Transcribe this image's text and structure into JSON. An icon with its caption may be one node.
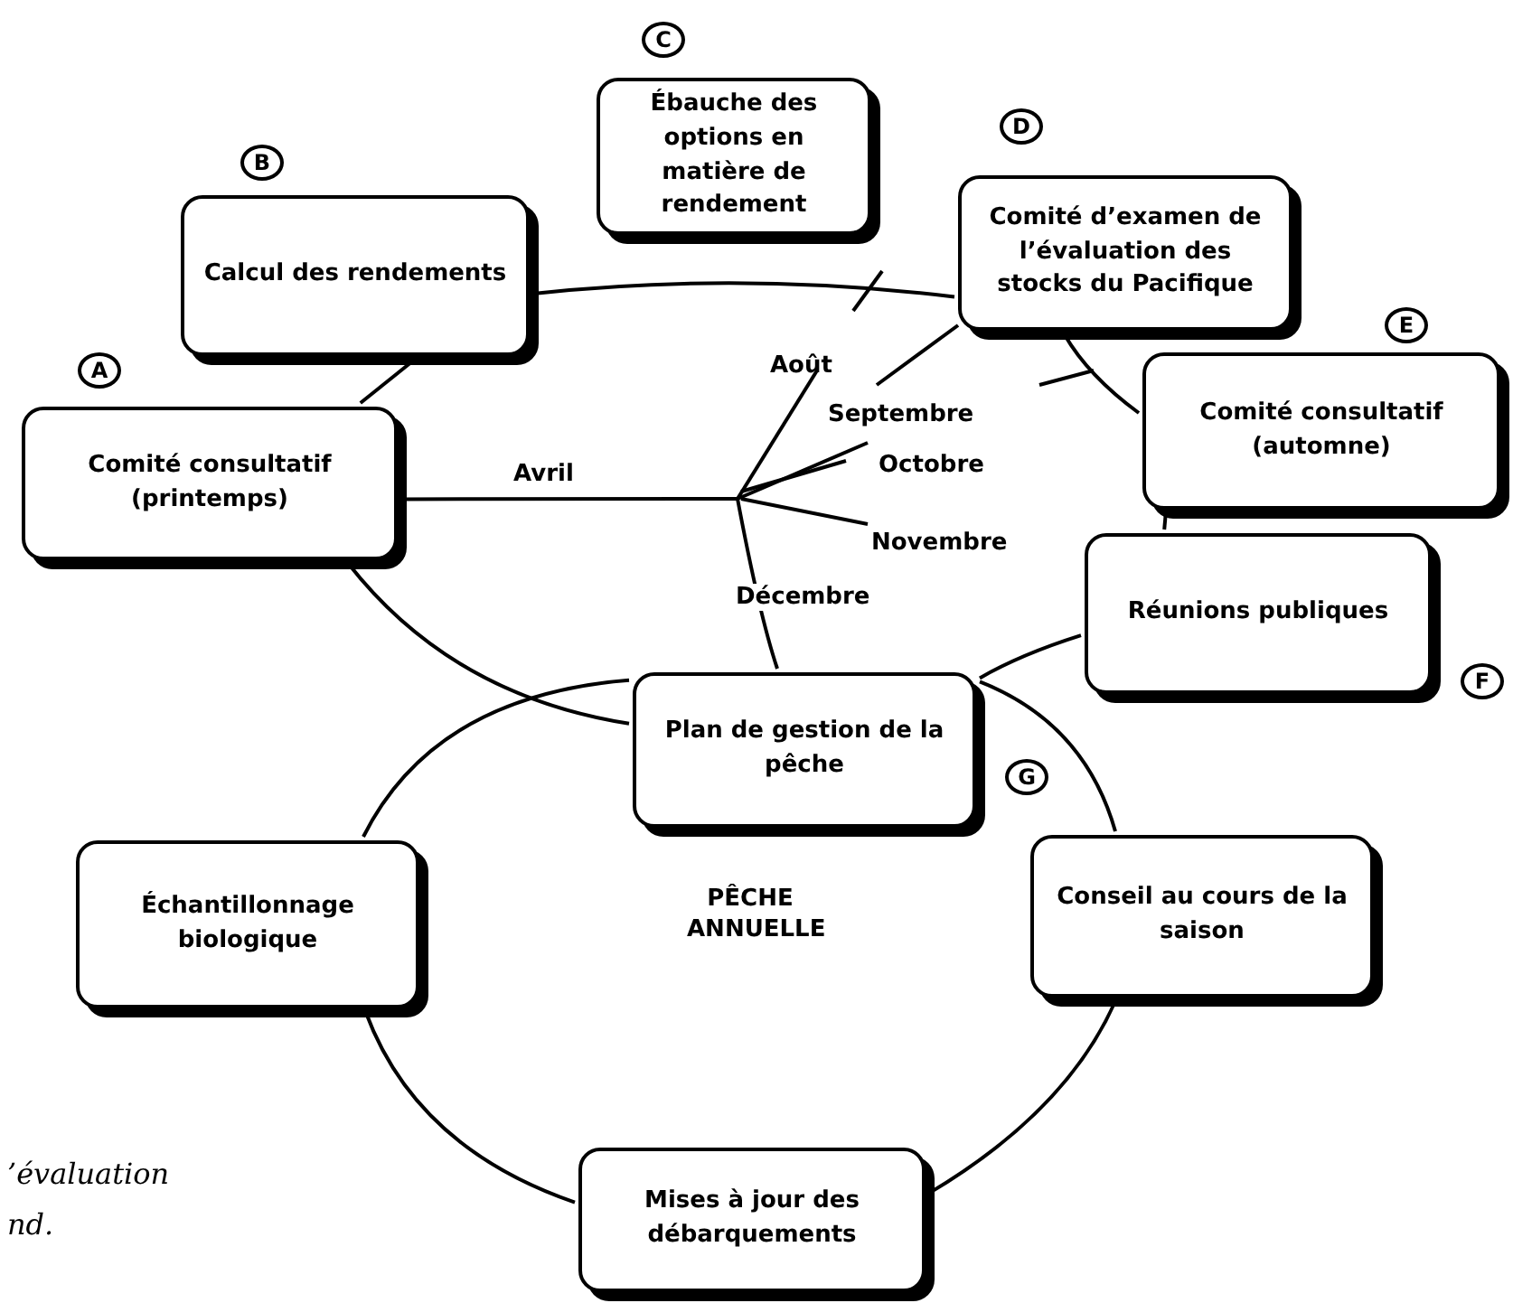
{
  "diagram": {
    "nodes": [
      {
        "text": [
          "Comité consultatif (printemps)"
        ],
        "beside": [
          "A"
        ]
      },
      {
        "text": [
          "Calcul des rendements"
        ],
        "beside": [
          "B"
        ]
      },
      {
        "text": [
          "Ébauche des options en matière de rendement"
        ],
        "beside": [
          "C"
        ]
      },
      {
        "text": [
          "Comité d’examen de l’évaluation des stocks du Pacifique"
        ],
        "beside": [
          "D"
        ]
      },
      {
        "text": [
          "Comité consultatif (automne)"
        ],
        "beside": [
          "E"
        ]
      },
      {
        "text": [
          "Réunions publiques"
        ],
        "beside": [
          "F"
        ]
      },
      {
        "text": [
          "Plan de gestion de la pêche"
        ],
        "beside": [
          "G"
        ]
      },
      {
        "text": [
          "Conseil au cours de la saison"
        ]
      },
      {
        "text": [
          "Mises à jour des débarquements"
        ]
      },
      {
        "text": [
          "Échantillonnage biologique"
        ]
      }
    ],
    "edges": [
      {
        "from": 0,
        "to": 1,
        "arrow": "none"
      },
      {
        "from": 1,
        "to": 3,
        "arrow": "none"
      },
      {
        "from": 3,
        "to": 4,
        "arrow": "none"
      },
      {
        "from": 4,
        "to": 5,
        "arrow": "none"
      },
      {
        "from": 5,
        "to": 6,
        "arrow": "none"
      },
      {
        "from": 0,
        "to": 6,
        "arrow": "none"
      },
      {
        "from": 6,
        "to": 7,
        "arrow": "none"
      },
      {
        "from": 7,
        "to": 8,
        "arrow": "none"
      },
      {
        "from": 8,
        "to": 9,
        "arrow": "none"
      },
      {
        "from": 9,
        "to": 6,
        "arrow": "none"
      },
      {
        "from": 0,
        "to": null,
        "arrow": "none",
        "label": "Avril"
      },
      {
        "from": null,
        "to": 6,
        "arrow": "none",
        "label": "Décembre"
      }
    ],
    "labels": [
      "Août",
      "Septembre",
      "Octobre",
      "Novembre",
      "PÊCHE ANNUELLE",
      "’évaluation",
      "nd."
    ]
  }
}
